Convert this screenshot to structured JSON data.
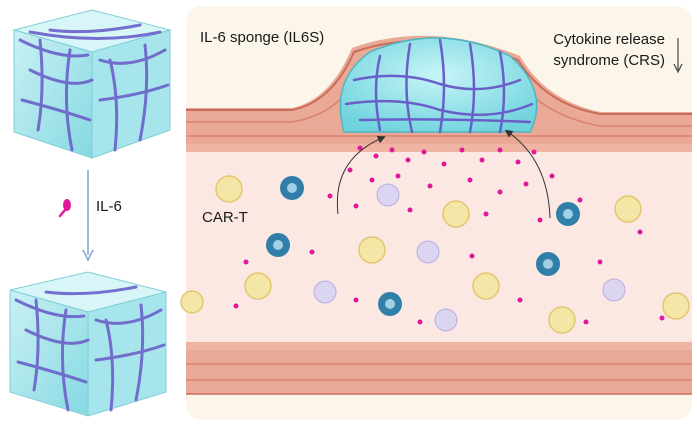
{
  "labels": {
    "sponge": "IL-6 sponge (IL6S)",
    "crs_line1": "Cytokine release",
    "crs_line2": "syndrome (CRS)",
    "il6": "IL-6",
    "cart": "CAR-T"
  },
  "colors": {
    "gel": "#8fe3ea",
    "gel_edge": "#5fc8d3",
    "network": "#6a5fc9",
    "il6": "#e0199a",
    "vessel_wall": "#e69a86",
    "lumen": "#fbe9e3",
    "cart_cell": "#f4e6a6",
    "blue_cell": "#2f7fa8",
    "lav_cell": "#d4cdef",
    "arrow": "#5d86c4"
  },
  "icons": {
    "cube_top": "hydrogel-cube-icon",
    "cube_bottom": "hydrogel-cube-bound-icon",
    "il6_marker": "il6-molecule-icon",
    "flow_arrow": "arrow-down-icon"
  }
}
